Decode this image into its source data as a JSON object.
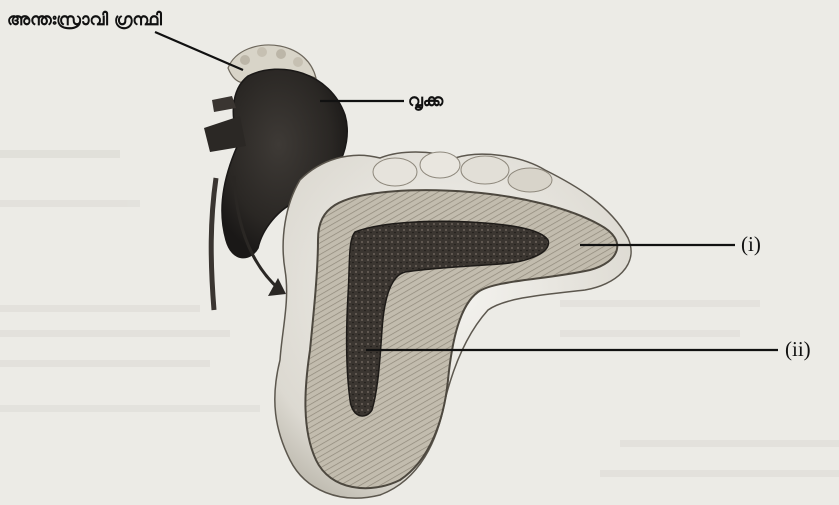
{
  "labels": {
    "endocrine_gland": "അന്തഃസ്രാവി ഗ്രന്ഥി",
    "kidney": "വൃക്ക",
    "part_i": "(i)",
    "part_ii": "(ii)"
  },
  "colors": {
    "paper": "#ecebe6",
    "ink": "#111111",
    "cortex": "#b9b3a4",
    "medulla": "#3a3530"
  }
}
